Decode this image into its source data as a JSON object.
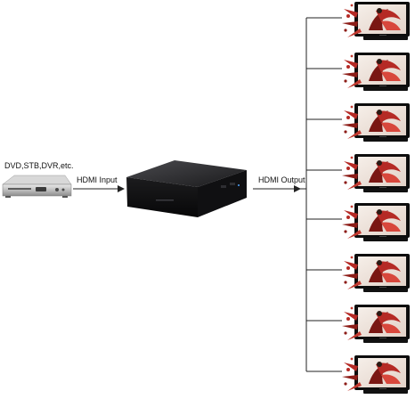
{
  "source": {
    "label": "DVD,STB,DVR,etc.",
    "icon": "dvd-player-icon"
  },
  "input_link": {
    "label": "HDMI Input"
  },
  "splitter": {
    "icon": "hdmi-splitter-icon"
  },
  "output_link": {
    "label": "HDMI Output"
  },
  "outputs": {
    "count": 8,
    "icon": "tv-display-icon"
  },
  "colors": {
    "line": "#222222",
    "splitter_body": "#1b1b1d",
    "tv_frame": "#0d0d0d",
    "screen_art_red": "#b52a25"
  }
}
